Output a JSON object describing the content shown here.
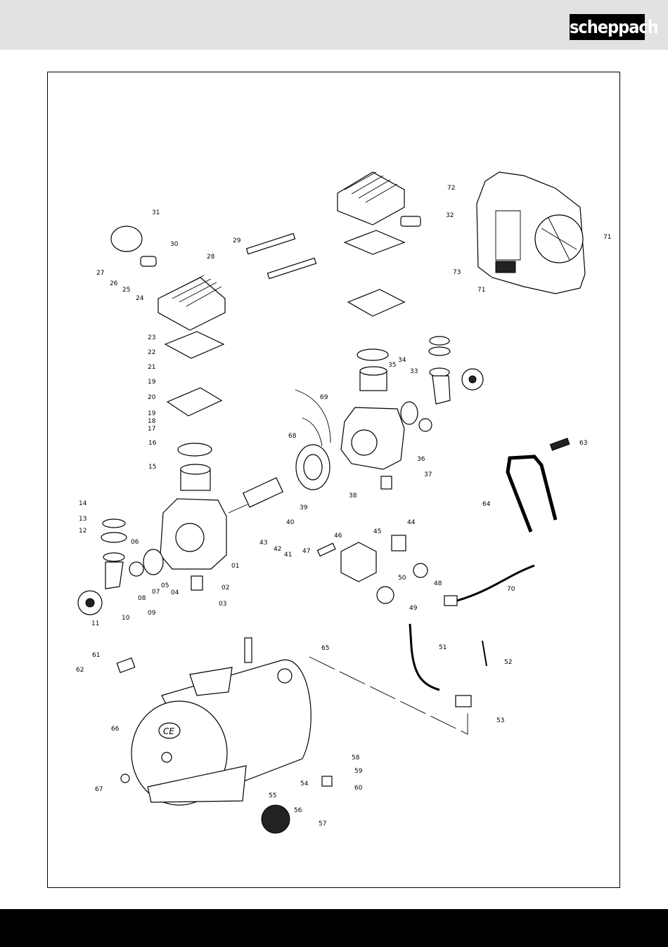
{
  "header": {
    "logo_text": "scheppach",
    "background": "#e2e2e2"
  },
  "footer": {
    "background": "#000000"
  },
  "diagram": {
    "part_labels": [
      "31",
      "30",
      "27",
      "26",
      "25",
      "24",
      "29",
      "28",
      "23",
      "22",
      "21",
      "19",
      "20",
      "19",
      "18",
      "17",
      "16",
      "15",
      "14",
      "13",
      "12",
      "06",
      "05",
      "04",
      "07",
      "08",
      "09",
      "10",
      "11",
      "02",
      "03",
      "01",
      "43",
      "42",
      "41",
      "40",
      "39",
      "38",
      "37",
      "36",
      "35",
      "34",
      "33",
      "32",
      "72",
      "71",
      "73",
      "71",
      "69",
      "68",
      "63",
      "64",
      "44",
      "45",
      "46",
      "47",
      "50",
      "48",
      "49",
      "70",
      "51",
      "52",
      "53",
      "65",
      "61",
      "62",
      "66",
      "67",
      "58",
      "59",
      "60",
      "54",
      "55",
      "56",
      "57"
    ],
    "tank_marking": "CE"
  }
}
